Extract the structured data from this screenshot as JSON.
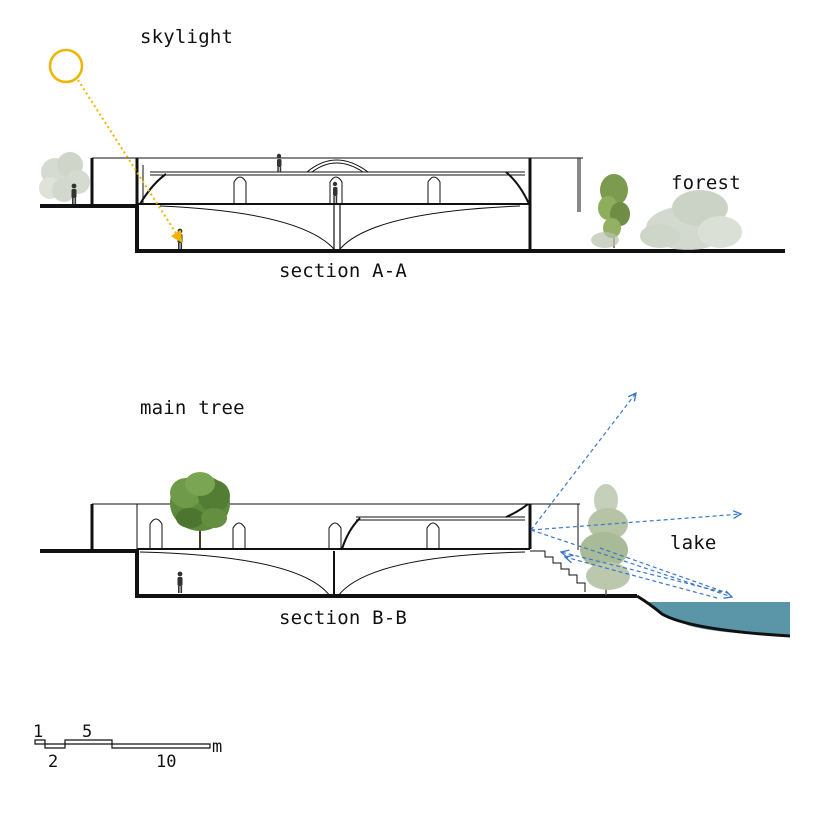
{
  "section_a": {
    "title": "section A-A",
    "annotations": {
      "light_label": "skylight",
      "landscape_label": "forest"
    }
  },
  "section_b": {
    "title": "section B-B",
    "annotations": {
      "tree_label": "main tree",
      "water_label": "lake"
    }
  },
  "scale_bar": {
    "ticks": [
      "1",
      "2",
      "5",
      "10"
    ],
    "unit": "m"
  },
  "colors": {
    "line": "#111111",
    "sun": "#f0b400",
    "reflection_arrows": "#3a78c8",
    "lake": "#5a95a8",
    "tree_green": "#5e8a3c",
    "vegetation_grey": "#c9d0c2"
  }
}
